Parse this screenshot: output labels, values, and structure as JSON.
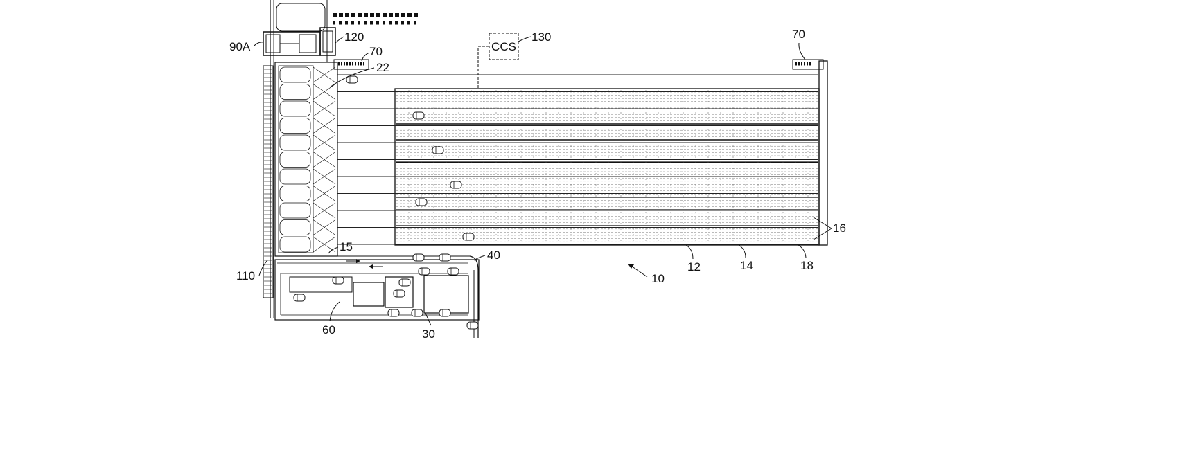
{
  "figure": {
    "labels": {
      "l90a": "90A",
      "l120": "120",
      "l130": "130",
      "ccs": "CCS",
      "l70_left": "70",
      "l70_right": "70",
      "l22": "22",
      "l15": "15",
      "l40": "40",
      "l110": "110",
      "l60": "60",
      "l30": "30",
      "l10": "10",
      "l12": "12",
      "l14": "14",
      "l18": "18",
      "l16": "16"
    }
  }
}
